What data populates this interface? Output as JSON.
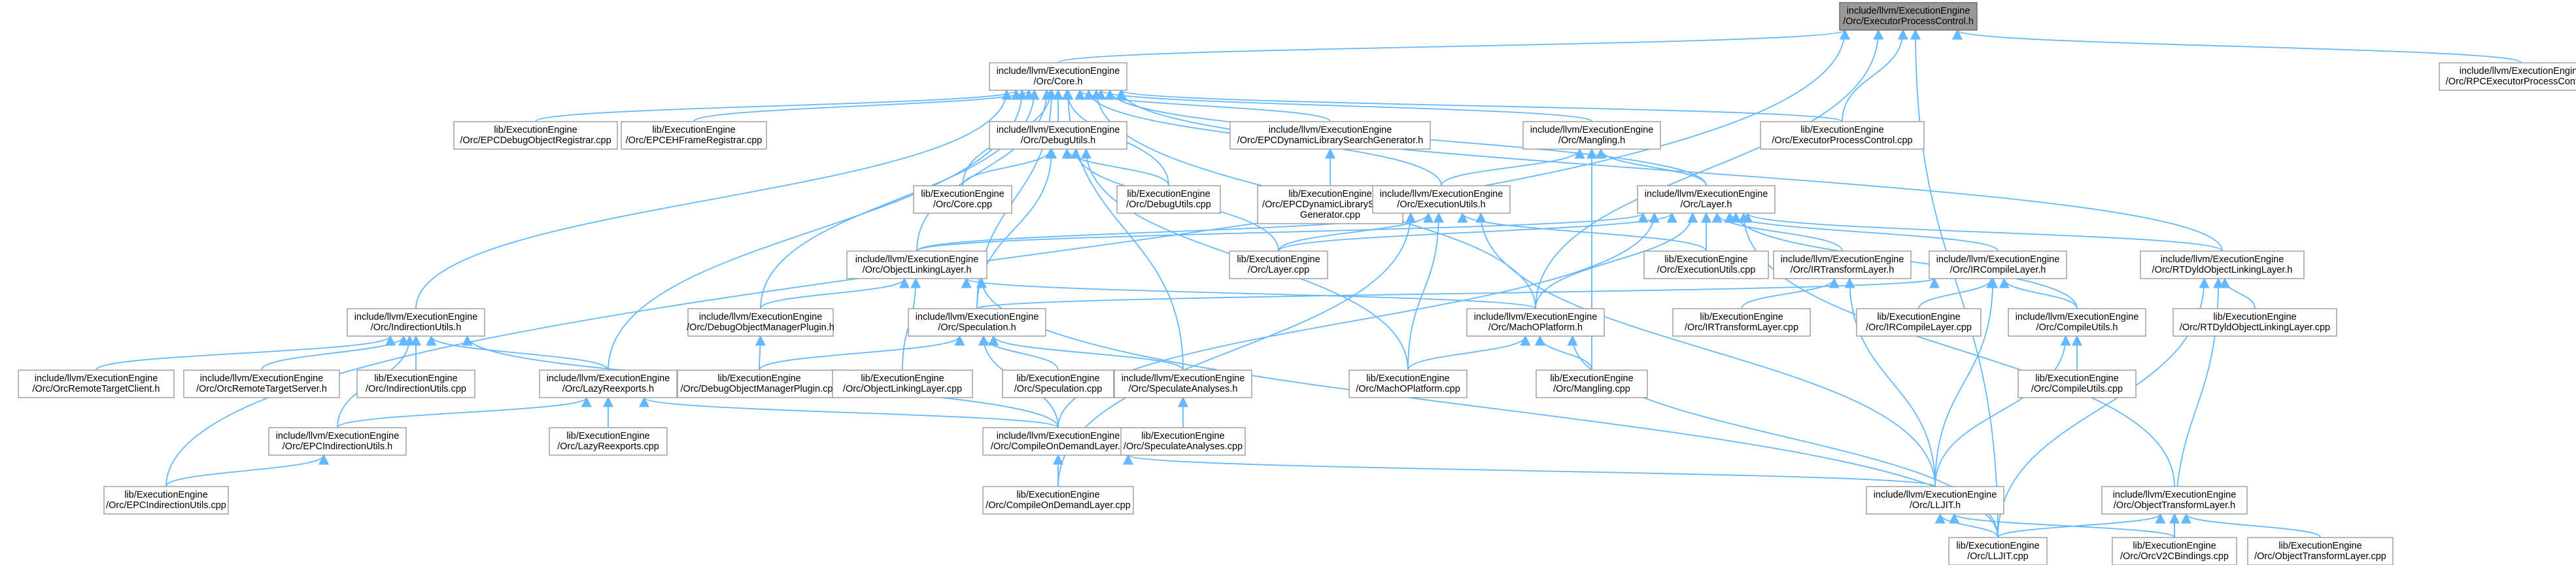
{
  "graph": {
    "edge_color": "#63b8ff",
    "node_fill": "#ffffff",
    "node_border": "#9a9a9a",
    "root_fill": "#999999",
    "nodes": [
      {
        "id": "root",
        "lines": [
          "include/llvm/ExecutionEngine",
          "/Orc/ExecutorProcessControl.h"
        ],
        "root": true
      },
      {
        "id": "core_h",
        "lines": [
          "include/llvm/ExecutionEngine",
          "/Orc/Core.h"
        ]
      },
      {
        "id": "rpcepc_h",
        "lines": [
          "include/llvm/ExecutionEngine",
          "/Orc/RPCExecutorProcessControl.h"
        ]
      },
      {
        "id": "epcdebugreg_cpp",
        "lines": [
          "lib/ExecutionEngine",
          "/Orc/EPCDebugObjectRegistrar.cpp"
        ]
      },
      {
        "id": "epcehframe_cpp",
        "lines": [
          "lib/ExecutionEngine",
          "/Orc/EPCEHFrameRegistrar.cpp"
        ]
      },
      {
        "id": "debugutils_h",
        "lines": [
          "include/llvm/ExecutionEngine",
          "/Orc/DebugUtils.h"
        ]
      },
      {
        "id": "epcdynlib_h",
        "lines": [
          "include/llvm/ExecutionEngine",
          "/Orc/EPCDynamicLibrarySearchGenerator.h"
        ]
      },
      {
        "id": "mangling_h",
        "lines": [
          "include/llvm/ExecutionEngine",
          "/Orc/Mangling.h"
        ]
      },
      {
        "id": "epc_cpp",
        "lines": [
          "lib/ExecutionEngine",
          "/Orc/ExecutorProcessControl.cpp"
        ]
      },
      {
        "id": "core_cpp",
        "lines": [
          "lib/ExecutionEngine",
          "/Orc/Core.cpp"
        ]
      },
      {
        "id": "debugutils_cpp",
        "lines": [
          "lib/ExecutionEngine",
          "/Orc/DebugUtils.cpp"
        ]
      },
      {
        "id": "epcdynlib_cpp",
        "lines": [
          "lib/ExecutionEngine",
          "/Orc/EPCDynamicLibrarySearch",
          "Generator.cpp"
        ]
      },
      {
        "id": "executils_h",
        "lines": [
          "include/llvm/ExecutionEngine",
          "/Orc/ExecutionUtils.h"
        ]
      },
      {
        "id": "layer_h",
        "lines": [
          "include/llvm/ExecutionEngine",
          "/Orc/Layer.h"
        ]
      },
      {
        "id": "objlinklayer_h",
        "lines": [
          "include/llvm/ExecutionEngine",
          "/Orc/ObjectLinkingLayer.h"
        ]
      },
      {
        "id": "layer_cpp",
        "lines": [
          "lib/ExecutionEngine",
          "/Orc/Layer.cpp"
        ]
      },
      {
        "id": "executils_cpp",
        "lines": [
          "lib/ExecutionEngine",
          "/Orc/ExecutionUtils.cpp"
        ]
      },
      {
        "id": "irtransform_h",
        "lines": [
          "include/llvm/ExecutionEngine",
          "/Orc/IRTransformLayer.h"
        ]
      },
      {
        "id": "ircompile_h",
        "lines": [
          "include/llvm/ExecutionEngine",
          "/Orc/IRCompileLayer.h"
        ]
      },
      {
        "id": "rtdyld_h",
        "lines": [
          "include/llvm/ExecutionEngine",
          "/Orc/RTDyldObjectLinkingLayer.h"
        ]
      },
      {
        "id": "indirection_h",
        "lines": [
          "include/llvm/ExecutionEngine",
          "/Orc/IndirectionUtils.h"
        ]
      },
      {
        "id": "debugobjmgr_h",
        "lines": [
          "include/llvm/ExecutionEngine",
          "/Orc/DebugObjectManagerPlugin.h"
        ]
      },
      {
        "id": "speculation_h",
        "lines": [
          "include/llvm/ExecutionEngine",
          "/Orc/Speculation.h"
        ]
      },
      {
        "id": "machoplat_h",
        "lines": [
          "include/llvm/ExecutionEngine",
          "/Orc/MachOPlatform.h"
        ]
      },
      {
        "id": "irtransform_cpp",
        "lines": [
          "lib/ExecutionEngine",
          "/Orc/IRTransformLayer.cpp"
        ]
      },
      {
        "id": "ircompile_cpp",
        "lines": [
          "lib/ExecutionEngine",
          "/Orc/IRCompileLayer.cpp"
        ]
      },
      {
        "id": "compileutils_h",
        "lines": [
          "include/llvm/ExecutionEngine",
          "/Orc/CompileUtils.h"
        ]
      },
      {
        "id": "rtdyld_cpp",
        "lines": [
          "lib/ExecutionEngine",
          "/Orc/RTDyldObjectLinkingLayer.cpp"
        ]
      },
      {
        "id": "remotetarget_client",
        "lines": [
          "include/llvm/ExecutionEngine",
          "/Orc/OrcRemoteTargetClient.h"
        ]
      },
      {
        "id": "remotetarget_server",
        "lines": [
          "include/llvm/ExecutionEngine",
          "/Orc/OrcRemoteTargetServer.h"
        ]
      },
      {
        "id": "indirection_cpp",
        "lines": [
          "lib/ExecutionEngine",
          "/Orc/IndirectionUtils.cpp"
        ]
      },
      {
        "id": "lazyreexports_h",
        "lines": [
          "include/llvm/ExecutionEngine",
          "/Orc/LazyReexports.h"
        ]
      },
      {
        "id": "debugobjmgr_cpp",
        "lines": [
          "lib/ExecutionEngine",
          "/Orc/DebugObjectManagerPlugin.cpp"
        ]
      },
      {
        "id": "objlinklayer_cpp",
        "lines": [
          "lib/ExecutionEngine",
          "/Orc/ObjectLinkingLayer.cpp"
        ]
      },
      {
        "id": "speculation_cpp",
        "lines": [
          "lib/ExecutionEngine",
          "/Orc/Speculation.cpp"
        ]
      },
      {
        "id": "specanalyses_h",
        "lines": [
          "include/llvm/ExecutionEngine",
          "/Orc/SpeculateAnalyses.h"
        ]
      },
      {
        "id": "machoplat_cpp",
        "lines": [
          "lib/ExecutionEngine",
          "/Orc/MachOPlatform.cpp"
        ]
      },
      {
        "id": "mangling_cpp",
        "lines": [
          "lib/ExecutionEngine",
          "/Orc/Mangling.cpp"
        ]
      },
      {
        "id": "compileutils_cpp",
        "lines": [
          "lib/ExecutionEngine",
          "/Orc/CompileUtils.cpp"
        ]
      },
      {
        "id": "epcindirection_h",
        "lines": [
          "include/llvm/ExecutionEngine",
          "/Orc/EPCIndirectionUtils.h"
        ]
      },
      {
        "id": "lazyreexports_cpp",
        "lines": [
          "lib/ExecutionEngine",
          "/Orc/LazyReexports.cpp"
        ]
      },
      {
        "id": "compileondemand_h",
        "lines": [
          "include/llvm/ExecutionEngine",
          "/Orc/CompileOnDemandLayer.h"
        ]
      },
      {
        "id": "specanalyses_cpp",
        "lines": [
          "lib/ExecutionEngine",
          "/Orc/SpeculateAnalyses.cpp"
        ]
      },
      {
        "id": "lljit_h",
        "lines": [
          "include/llvm/ExecutionEngine",
          "/Orc/LLJIT.h"
        ]
      },
      {
        "id": "objtransform_h",
        "lines": [
          "include/llvm/ExecutionEngine",
          "/Orc/ObjectTransformLayer.h"
        ]
      },
      {
        "id": "epcindirection_cpp",
        "lines": [
          "lib/ExecutionEngine",
          "/Orc/EPCIndirectionUtils.cpp"
        ]
      },
      {
        "id": "compileondemand_cpp",
        "lines": [
          "lib/ExecutionEngine",
          "/Orc/CompileOnDemandLayer.cpp"
        ]
      },
      {
        "id": "lljit_cpp",
        "lines": [
          "lib/ExecutionEngine",
          "/Orc/LLJIT.cpp"
        ]
      },
      {
        "id": "orcv2c_cpp",
        "lines": [
          "lib/ExecutionEngine",
          "/Orc/OrcV2CBindings.cpp"
        ]
      },
      {
        "id": "objtransform_cpp",
        "lines": [
          "lib/ExecutionEngine",
          "/Orc/ObjectTransformLayer.cpp"
        ]
      }
    ],
    "edges": [
      [
        "root",
        "core_h"
      ],
      [
        "root",
        "rpcepc_h"
      ],
      [
        "root",
        "epc_cpp"
      ],
      [
        "root",
        "epcindirection_cpp"
      ],
      [
        "root",
        "lljit_cpp"
      ],
      [
        "root",
        "machoplat_h"
      ],
      [
        "core_h",
        "epcdebugreg_cpp"
      ],
      [
        "core_h",
        "epcehframe_cpp"
      ],
      [
        "core_h",
        "debugutils_h"
      ],
      [
        "core_h",
        "epcdynlib_h"
      ],
      [
        "core_h",
        "mangling_h"
      ],
      [
        "core_h",
        "epc_cpp"
      ],
      [
        "core_h",
        "core_cpp"
      ],
      [
        "core_h",
        "debugutils_cpp"
      ],
      [
        "core_h",
        "executils_h"
      ],
      [
        "core_h",
        "layer_h"
      ],
      [
        "core_h",
        "rtdyld_h"
      ],
      [
        "core_h",
        "indirection_h"
      ],
      [
        "core_h",
        "debugobjmgr_h"
      ],
      [
        "core_h",
        "objlinklayer_h"
      ],
      [
        "core_h",
        "speculation_h"
      ],
      [
        "core_h",
        "machoplat_h"
      ],
      [
        "core_h",
        "lazyreexports_h"
      ],
      [
        "core_h",
        "specanalyses_h"
      ],
      [
        "debugutils_h",
        "core_cpp"
      ],
      [
        "debugutils_h",
        "debugutils_cpp"
      ],
      [
        "debugutils_h",
        "layer_cpp"
      ],
      [
        "debugutils_h",
        "machoplat_cpp"
      ],
      [
        "debugutils_h",
        "speculation_h"
      ],
      [
        "epcdynlib_h",
        "epcdynlib_cpp"
      ],
      [
        "mangling_h",
        "executils_h"
      ],
      [
        "mangling_h",
        "layer_h"
      ],
      [
        "mangling_h",
        "mangling_cpp"
      ],
      [
        "executils_h",
        "layer_cpp"
      ],
      [
        "executils_h",
        "executils_cpp"
      ],
      [
        "executils_h",
        "objlinklayer_h"
      ],
      [
        "executils_h",
        "machoplat_cpp"
      ],
      [
        "executils_h",
        "compileondemand_cpp"
      ],
      [
        "executils_h",
        "lljit_h"
      ],
      [
        "layer_h",
        "layer_cpp"
      ],
      [
        "layer_h",
        "executils_cpp"
      ],
      [
        "layer_h",
        "irtransform_h"
      ],
      [
        "layer_h",
        "ircompile_h"
      ],
      [
        "layer_h",
        "rtdyld_h"
      ],
      [
        "layer_h",
        "objlinklayer_h"
      ],
      [
        "layer_h",
        "compileutils_h"
      ],
      [
        "layer_h",
        "objtransform_h"
      ],
      [
        "layer_h",
        "compileondemand_h"
      ],
      [
        "layer_h",
        "machoplat_h"
      ],
      [
        "objlinklayer_h",
        "debugobjmgr_h"
      ],
      [
        "objlinklayer_h",
        "objlinklayer_cpp"
      ],
      [
        "objlinklayer_h",
        "machoplat_h"
      ],
      [
        "objlinklayer_h",
        "lljit_cpp"
      ],
      [
        "irtransform_h",
        "irtransform_cpp"
      ],
      [
        "irtransform_h",
        "lljit_h"
      ],
      [
        "ircompile_h",
        "ircompile_cpp"
      ],
      [
        "ircompile_h",
        "compileutils_h"
      ],
      [
        "ircompile_h",
        "lljit_h"
      ],
      [
        "ircompile_h",
        "speculation_h"
      ],
      [
        "rtdyld_h",
        "rtdyld_cpp"
      ],
      [
        "rtdyld_h",
        "lljit_cpp"
      ],
      [
        "rtdyld_h",
        "orcv2c_cpp"
      ],
      [
        "indirection_h",
        "remotetarget_client"
      ],
      [
        "indirection_h",
        "remotetarget_server"
      ],
      [
        "indirection_h",
        "indirection_cpp"
      ],
      [
        "indirection_h",
        "lazyreexports_h"
      ],
      [
        "indirection_h",
        "epcindirection_h"
      ],
      [
        "indirection_h",
        "compileondemand_h"
      ],
      [
        "debugobjmgr_h",
        "debugobjmgr_cpp"
      ],
      [
        "speculation_h",
        "speculation_cpp"
      ],
      [
        "speculation_h",
        "specanalyses_h"
      ],
      [
        "speculation_h",
        "compileondemand_h"
      ],
      [
        "speculation_h",
        "debugobjmgr_cpp"
      ],
      [
        "machoplat_h",
        "machoplat_cpp"
      ],
      [
        "machoplat_h",
        "mangling_cpp"
      ],
      [
        "machoplat_h",
        "lljit_cpp"
      ],
      [
        "compileutils_h",
        "compileutils_cpp"
      ],
      [
        "compileutils_h",
        "lljit_h"
      ],
      [
        "lazyreexports_h",
        "lazyreexports_cpp"
      ],
      [
        "lazyreexports_h",
        "epcindirection_h"
      ],
      [
        "lazyreexports_h",
        "compileondemand_h"
      ],
      [
        "specanalyses_h",
        "specanalyses_cpp"
      ],
      [
        "epcindirection_h",
        "epcindirection_cpp"
      ],
      [
        "compileondemand_h",
        "compileondemand_cpp"
      ],
      [
        "compileondemand_h",
        "lljit_h"
      ],
      [
        "lljit_h",
        "lljit_cpp"
      ],
      [
        "lljit_h",
        "orcv2c_cpp"
      ],
      [
        "objtransform_h",
        "lljit_cpp"
      ],
      [
        "objtransform_h",
        "orcv2c_cpp"
      ],
      [
        "objtransform_h",
        "objtransform_cpp"
      ]
    ]
  }
}
